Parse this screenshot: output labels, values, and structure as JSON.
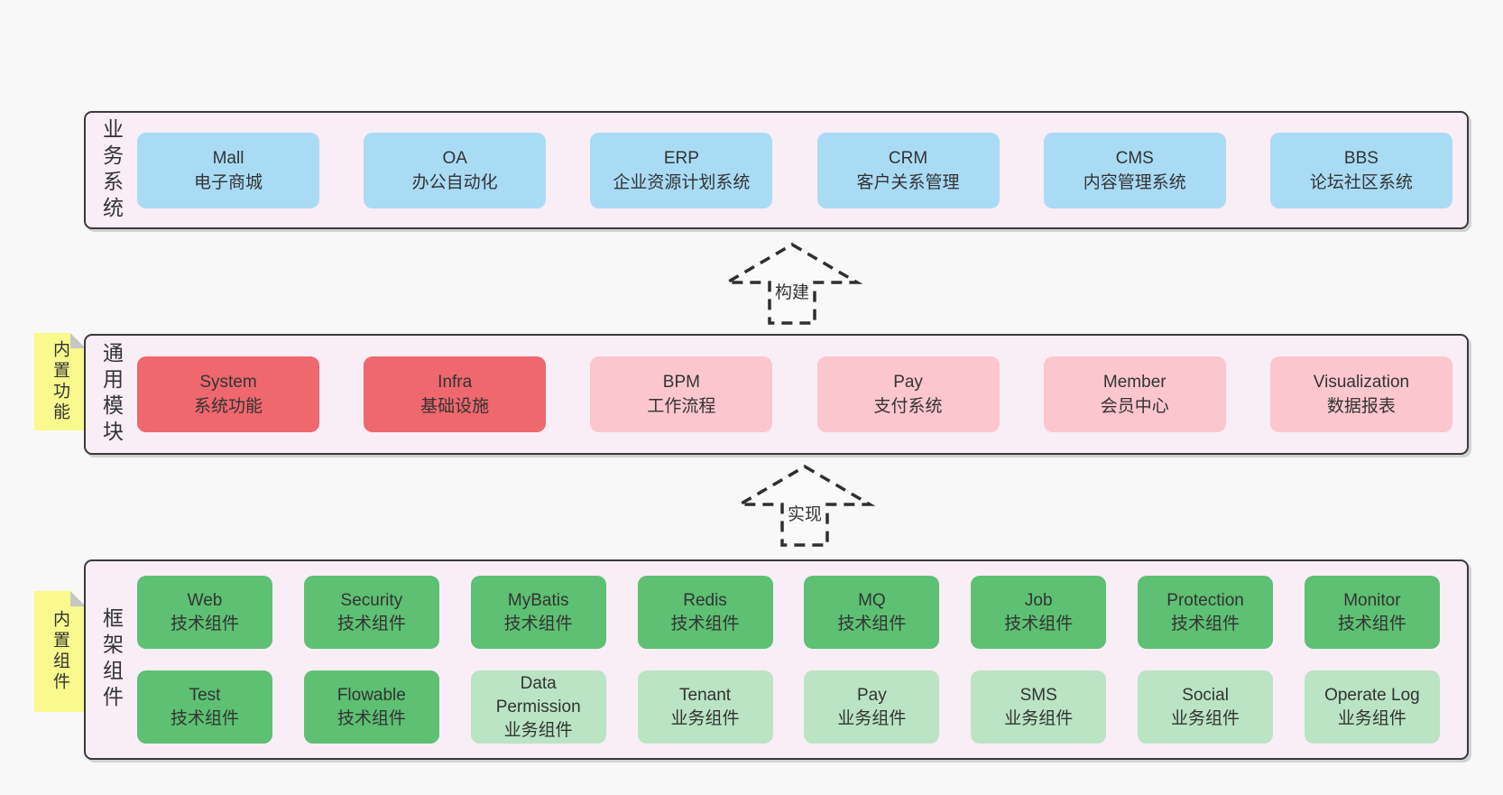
{
  "diagram": {
    "business": {
      "label": "业务系统",
      "boxes": [
        {
          "title": "Mall",
          "subtitle": "电子商城",
          "variant": "blue"
        },
        {
          "title": "OA",
          "subtitle": "办公自动化",
          "variant": "blue"
        },
        {
          "title": "ERP",
          "subtitle": "企业资源计划系统",
          "variant": "blue"
        },
        {
          "title": "CRM",
          "subtitle": "客户关系管理",
          "variant": "blue"
        },
        {
          "title": "CMS",
          "subtitle": "内容管理系统",
          "variant": "blue"
        },
        {
          "title": "BBS",
          "subtitle": "论坛社区系统",
          "variant": "blue"
        }
      ]
    },
    "arrows": {
      "build": "构建",
      "implement": "实现"
    },
    "modules": {
      "label": "通用模块",
      "sticky": "内置功能",
      "boxes": [
        {
          "title": "System",
          "subtitle": "系统功能",
          "variant": "red"
        },
        {
          "title": "Infra",
          "subtitle": "基础设施",
          "variant": "red"
        },
        {
          "title": "BPM",
          "subtitle": "工作流程",
          "variant": "pink"
        },
        {
          "title": "Pay",
          "subtitle": "支付系统",
          "variant": "pink"
        },
        {
          "title": "Member",
          "subtitle": "会员中心",
          "variant": "pink"
        },
        {
          "title": "Visualization",
          "subtitle": "数据报表",
          "variant": "pink"
        }
      ]
    },
    "components": {
      "label": "框架组件",
      "sticky": "内置组件",
      "row1": [
        {
          "title": "Web",
          "subtitle": "技术组件",
          "variant": "green"
        },
        {
          "title": "Security",
          "subtitle": "技术组件",
          "variant": "green"
        },
        {
          "title": "MyBatis",
          "subtitle": "技术组件",
          "variant": "green"
        },
        {
          "title": "Redis",
          "subtitle": "技术组件",
          "variant": "green"
        },
        {
          "title": "MQ",
          "subtitle": "技术组件",
          "variant": "green"
        },
        {
          "title": "Job",
          "subtitle": "技术组件",
          "variant": "green"
        },
        {
          "title": "Protection",
          "subtitle": "技术组件",
          "variant": "green"
        },
        {
          "title": "Monitor",
          "subtitle": "技术组件",
          "variant": "green"
        }
      ],
      "row2": [
        {
          "title": "Test",
          "subtitle": "技术组件",
          "variant": "green"
        },
        {
          "title": "Flowable",
          "subtitle": "技术组件",
          "variant": "green"
        },
        {
          "title": "Data Permission",
          "subtitle": "业务组件",
          "variant": "lightgreen"
        },
        {
          "title": "Tenant",
          "subtitle": "业务组件",
          "variant": "lightgreen"
        },
        {
          "title": "Pay",
          "subtitle": "业务组件",
          "variant": "lightgreen"
        },
        {
          "title": "SMS",
          "subtitle": "业务组件",
          "variant": "lightgreen"
        },
        {
          "title": "Social",
          "subtitle": "业务组件",
          "variant": "lightgreen"
        },
        {
          "title": "Operate Log",
          "subtitle": "业务组件",
          "variant": "lightgreen"
        }
      ]
    }
  },
  "colors": {
    "page_bg": "#f8f8f8",
    "layer_bg": "#f9edf6",
    "layer_border": "#3a3a3a",
    "box_blue": "#a9dbf5",
    "box_red": "#ee686d",
    "box_pink": "#fbc6ce",
    "box_green": "#5dc072",
    "box_lightgreen": "#bae4c3",
    "sticky_yellow": "#f9f98e",
    "fold_gray": "#c6c6c6",
    "text": "#333333"
  }
}
